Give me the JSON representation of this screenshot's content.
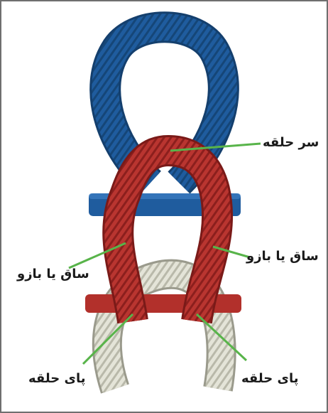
{
  "labels": {
    "head": "سر حلقه",
    "leg_left": "ساق یا بازو",
    "leg_right": "ساق یا بازو",
    "foot_left": "پای حلقه",
    "foot_right": "پای حلقه"
  },
  "colors": {
    "blue_rope": "#1f5c9e",
    "red_rope": "#b2302b",
    "white_rope": "#dcdccf",
    "leader_line": "#58b44a",
    "border": "#6f6f6f"
  }
}
